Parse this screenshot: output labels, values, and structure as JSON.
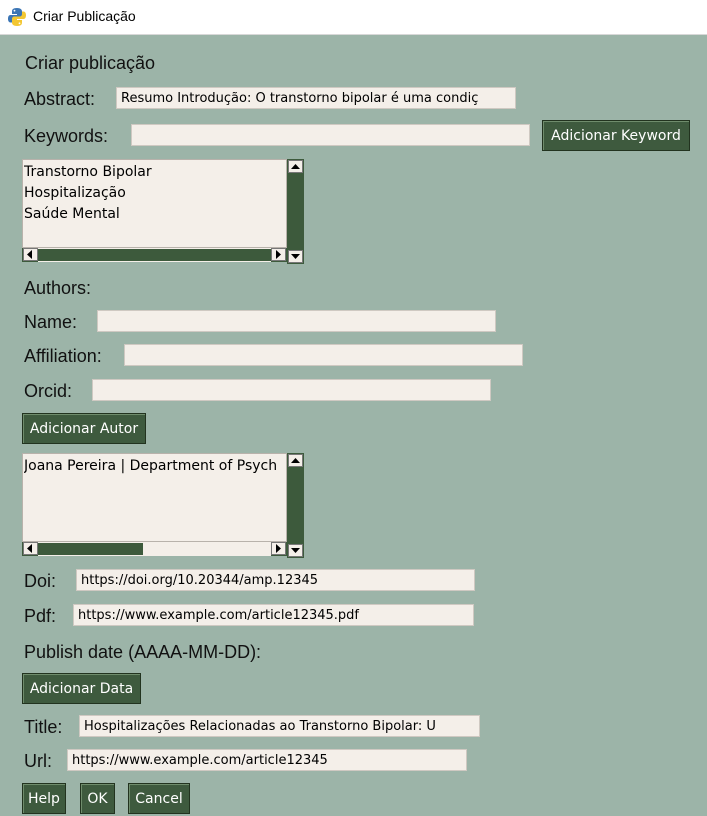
{
  "window": {
    "title": "Criar Publicação"
  },
  "form": {
    "heading": "Criar publicação",
    "abstract": {
      "label": "Abstract:",
      "value": "Resumo Introdução: O transtorno bipolar é uma condiç"
    },
    "keywords": {
      "label": "Keywords:",
      "value": "",
      "add_button": "Adicionar Keyword",
      "list": [
        "Transtorno Bipolar",
        "Hospitalização",
        "Saúde Mental"
      ]
    },
    "authors": {
      "label": "Authors:",
      "name_label": "Name:",
      "name_value": "",
      "affiliation_label": "Affiliation:",
      "affiliation_value": "",
      "orcid_label": "Orcid:",
      "orcid_value": "",
      "add_button": "Adicionar Autor",
      "list": [
        "Joana Pereira | Department of Psych"
      ]
    },
    "doi": {
      "label": "Doi:",
      "value": "https://doi.org/10.20344/amp.12345"
    },
    "pdf": {
      "label": "Pdf:",
      "value": "https://www.example.com/article12345.pdf"
    },
    "publish_date": {
      "label": "Publish date (AAAA-MM-DD):",
      "add_button": "Adicionar Data"
    },
    "title": {
      "label": "Title:",
      "value": "Hospitalizações Relacionadas ao Transtorno Bipolar: U"
    },
    "url": {
      "label": "Url:",
      "value": "https://www.example.com/article12345"
    }
  },
  "buttons": {
    "help": "Help",
    "ok": "OK",
    "cancel": "Cancel"
  },
  "colors": {
    "background": "#9cb4a8",
    "button": "#3e5a3e",
    "field": "#f4efe9"
  }
}
